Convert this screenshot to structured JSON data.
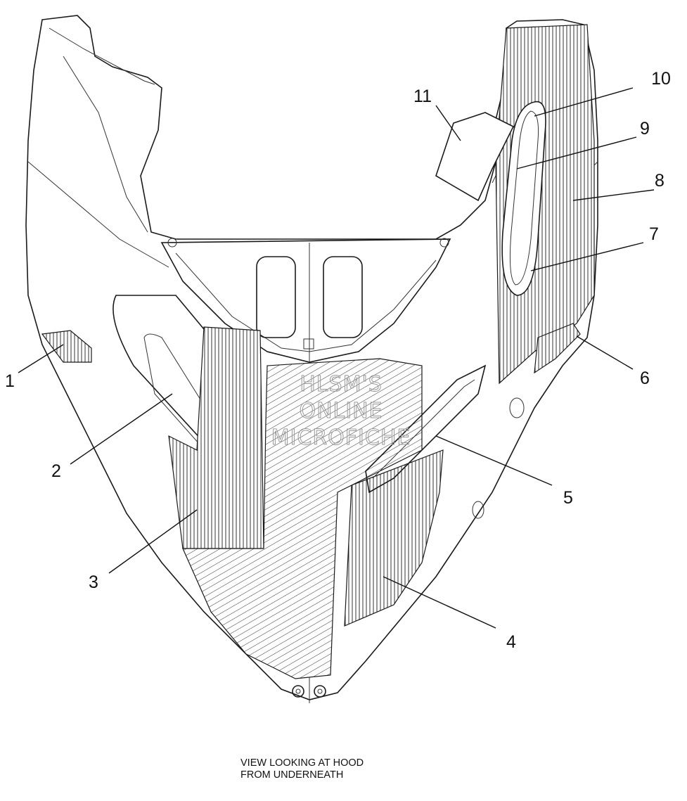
{
  "watermark": [
    "HLSM'S",
    "ONLINE",
    "MICROFICHE"
  ],
  "callouts": [
    {
      "id": "1",
      "label": "1"
    },
    {
      "id": "2",
      "label": "2"
    },
    {
      "id": "3",
      "label": "3"
    },
    {
      "id": "4",
      "label": "4"
    },
    {
      "id": "5",
      "label": "5"
    },
    {
      "id": "6",
      "label": "6"
    },
    {
      "id": "7",
      "label": "7"
    },
    {
      "id": "8",
      "label": "8"
    },
    {
      "id": "9",
      "label": "9"
    },
    {
      "id": "10",
      "label": "10"
    },
    {
      "id": "11",
      "label": "11"
    }
  ],
  "caption": {
    "line1": "VIEW LOOKING AT HOOD",
    "line2": "FROM UNDERNEATH"
  }
}
